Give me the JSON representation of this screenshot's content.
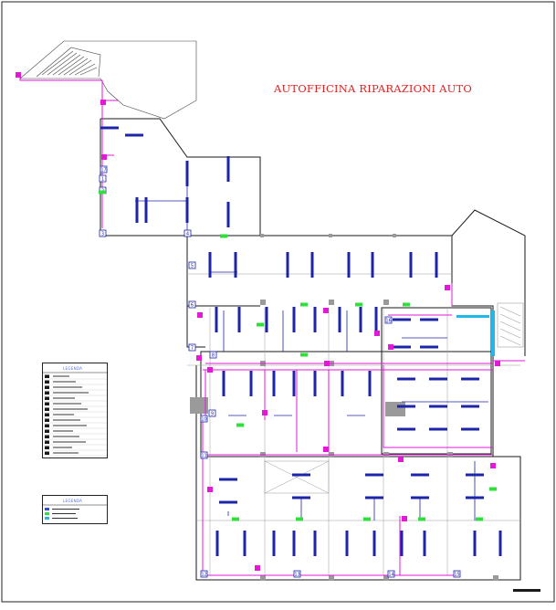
{
  "drawing": {
    "title": "AUTOFFICINA RIPARAZIONI AUTO",
    "legend_main_title": "LEGENDA",
    "legend_secondary_title": "LEGENDA",
    "room_numbers": [
      "1",
      "2",
      "3",
      "4",
      "5",
      "6",
      "7",
      "8",
      "9",
      "10",
      "11",
      "12",
      "13",
      "14",
      "15",
      "16",
      "17"
    ],
    "colors": {
      "wall": "#1a1a1a",
      "grid": "#9a9a9a",
      "magenta": "#e21ad8",
      "blue": "#1c24a8",
      "green": "#2ee03a",
      "cyan": "#1fb8e8",
      "title_red": "#e0201f"
    }
  }
}
